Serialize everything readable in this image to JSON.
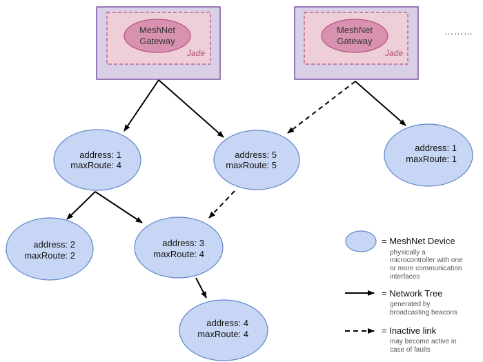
{
  "colors": {
    "gateway_outer_fill": "#d9d0e8",
    "gateway_outer_stroke": "#7a52a6",
    "gateway_inner_fill": "#eecfd8",
    "gateway_inner_stroke": "#b5507e",
    "gateway_ellipse_fill": "#d892b0",
    "gateway_ellipse_stroke": "#b5507e",
    "device_fill": "#c7d6f4",
    "device_stroke": "#5f86c9",
    "edge": "#000000"
  },
  "gateways": [
    {
      "line1": "MeshNet",
      "line2": "Gateway",
      "tag": "Jade"
    },
    {
      "line1": "MeshNet",
      "line2": "Gateway",
      "tag": "Jade"
    }
  ],
  "more_indicator": "………",
  "devices": [
    {
      "id": "n1",
      "line1": "address: 1",
      "line2": "maxRoute: 4"
    },
    {
      "id": "n5",
      "line1": "address: 5",
      "line2": "maxRoute: 5"
    },
    {
      "id": "n1b",
      "line1": "address: 1",
      "line2": "maxRoute: 1"
    },
    {
      "id": "n2",
      "line1": "address: 2",
      "line2": "maxRoute: 2"
    },
    {
      "id": "n3",
      "line1": "address: 3",
      "line2": "maxRoute: 4"
    },
    {
      "id": "n4",
      "line1": "address: 4",
      "line2": "maxRoute: 4"
    }
  ],
  "edges": [
    {
      "from": "gw1",
      "to": "n1",
      "style": "solid"
    },
    {
      "from": "gw1",
      "to": "n5",
      "style": "solid"
    },
    {
      "from": "gw2",
      "to": "n5",
      "style": "dashed"
    },
    {
      "from": "gw2",
      "to": "n1b",
      "style": "solid"
    },
    {
      "from": "n1",
      "to": "n2",
      "style": "solid"
    },
    {
      "from": "n1",
      "to": "n3",
      "style": "solid"
    },
    {
      "from": "n5",
      "to": "n3",
      "style": "dashed"
    },
    {
      "from": "n3",
      "to": "n4",
      "style": "solid"
    }
  ],
  "legend": {
    "device": {
      "title": "= MeshNet Device",
      "desc": [
        "physically a",
        "microcontroller with one",
        "or more communication",
        "interfaces"
      ]
    },
    "tree": {
      "title": "= Network Tree",
      "desc": [
        "generated by",
        "broadcasting beacons"
      ]
    },
    "inactive": {
      "title": "= Inactive link",
      "desc": [
        "may become active in",
        "case of faults"
      ]
    }
  }
}
